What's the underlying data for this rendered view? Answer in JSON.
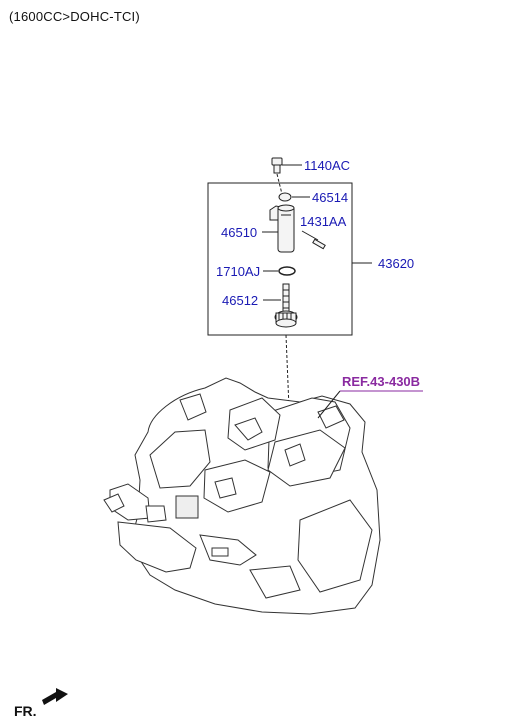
{
  "header": {
    "title": "(1600CC>DOHC-TCI)"
  },
  "parts": [
    {
      "id": "1140AC"
    },
    {
      "id": "46514"
    },
    {
      "id": "1431AA"
    },
    {
      "id": "46510"
    },
    {
      "id": "43620"
    },
    {
      "id": "1710AJ"
    },
    {
      "id": "46512"
    }
  ],
  "reference": {
    "label": "REF.43-430B"
  },
  "orientation": {
    "label": "FR."
  },
  "colors": {
    "part_label": "#1a1ab4",
    "reference": "#8a2aa0",
    "lines": "#222222"
  }
}
